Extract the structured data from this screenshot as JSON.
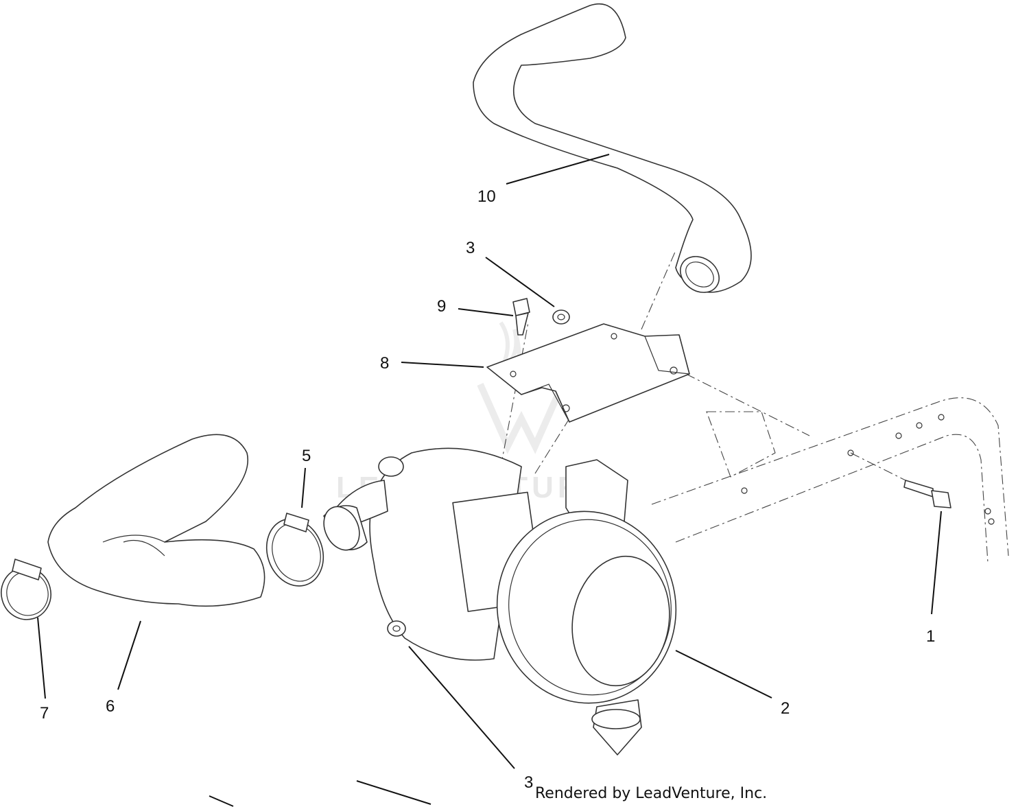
{
  "callouts": [
    {
      "id": "1",
      "text": "1"
    },
    {
      "id": "2",
      "text": "2"
    },
    {
      "id": "3a",
      "text": "3"
    },
    {
      "id": "3b",
      "text": "3"
    },
    {
      "id": "5",
      "text": "5"
    },
    {
      "id": "6",
      "text": "6"
    },
    {
      "id": "7",
      "text": "7"
    },
    {
      "id": "8",
      "text": "8"
    },
    {
      "id": "9",
      "text": "9"
    },
    {
      "id": "10",
      "text": "10"
    }
  ],
  "watermark": "LEADVENTURE",
  "credit": "Rendered by LeadVenture, Inc."
}
